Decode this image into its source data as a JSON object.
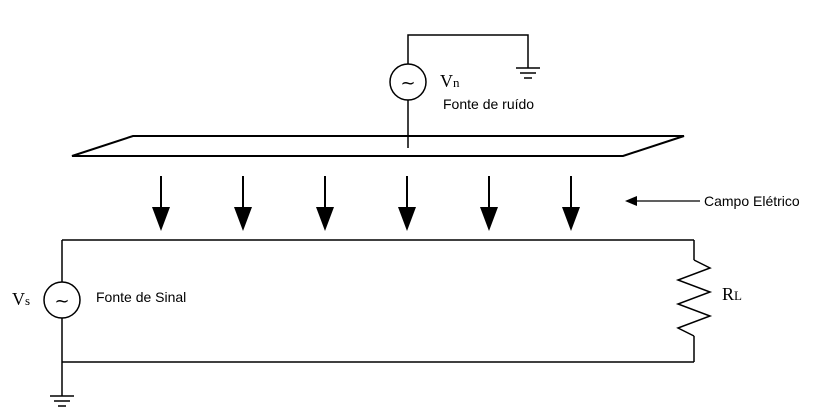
{
  "noise_source": {
    "symbol": "V",
    "subscript": "n",
    "label": "Fonte de ruído"
  },
  "signal_source": {
    "symbol": "V",
    "subscript": "s",
    "label": "Fonte de Sinal"
  },
  "load_resistor": {
    "symbol": "R",
    "subscript": "L"
  },
  "electric_field": {
    "label": "Campo Elétrico",
    "arrow_count": 6
  },
  "source_glyph": "~",
  "colors": {
    "line": "#000000",
    "background": "#ffffff"
  }
}
